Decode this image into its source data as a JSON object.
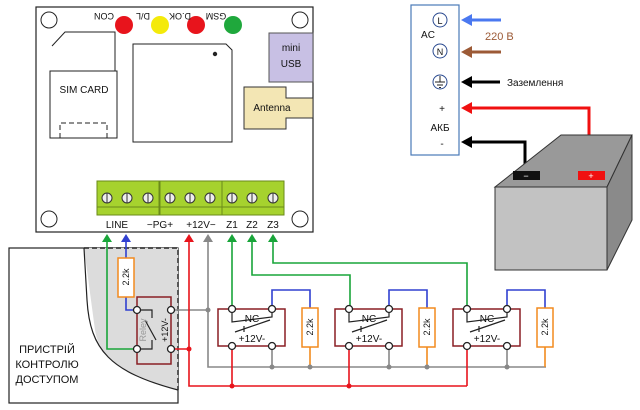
{
  "board": {
    "leds": [
      {
        "label": "CON",
        "color": "#e8141c"
      },
      {
        "label": "D/L",
        "color": "#f4ea0a"
      },
      {
        "label": "D.OK",
        "color": "#e8141c"
      },
      {
        "label": "GSM",
        "color": "#1fa83c"
      }
    ],
    "sim_label": "SIM CARD",
    "usb_label_1": "mini",
    "usb_label_2": "USB",
    "antenna_label": "Antenna",
    "terminals": [
      "LINE",
      "−PG+",
      "+12V−",
      "Z1",
      "Z2",
      "Z3"
    ]
  },
  "power": {
    "l_symbol": "L",
    "n_symbol": "N",
    "ac_label": "AC",
    "voltage_label": "220 В",
    "ground_label": "Заземлення",
    "plus_label": "+",
    "battery_label": "АКБ",
    "minus_label": "-",
    "battery_minus": "−",
    "battery_plus": "+"
  },
  "access_device": {
    "label_lines": [
      "ПРИСТРІЙ",
      "КОНТРОЛЮ",
      "ДОСТУПОМ"
    ],
    "resistor_label": "2.2k",
    "relay_label": "Releу",
    "relay_power_label": "+12V-"
  },
  "sensors": [
    {
      "contact_label": "NC",
      "power_label": "+12V-",
      "resistor_label": "2.2k"
    },
    {
      "contact_label": "NC",
      "power_label": "+12V-",
      "resistor_label": "2.2k"
    },
    {
      "contact_label": "NC",
      "power_label": "+12V-",
      "resistor_label": "2.2k"
    }
  ],
  "colors": {
    "zone_wire": "#19a53a",
    "line_wire": "#3040d0",
    "power_plus": "#e8141c",
    "ground_gray": "#888888",
    "terminal_block": "#a6d22e",
    "resistor": "#f28a1e",
    "relay_box": "#8a1e24",
    "brown": "#9c5a36"
  }
}
